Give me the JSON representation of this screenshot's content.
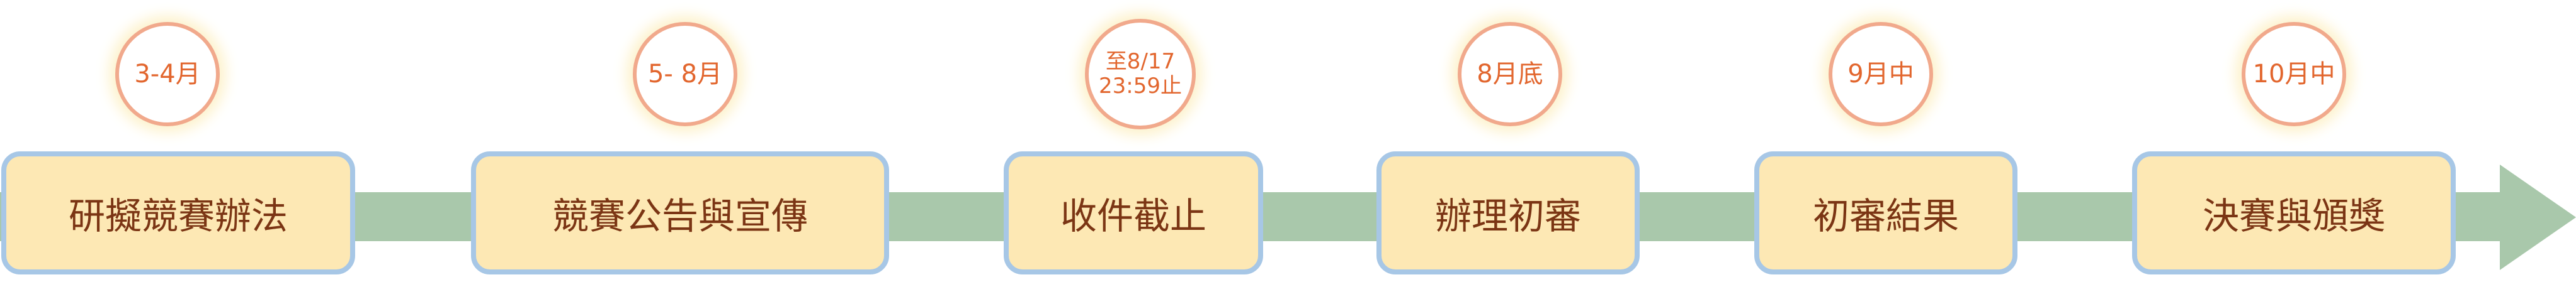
{
  "stages": [
    {
      "date": "3-4月",
      "label": "研擬競賽辦法"
    },
    {
      "date": "5- 8月",
      "label": "競賽公告與宣傳"
    },
    {
      "date": "至8/17\n23:59止",
      "label": "收件截止"
    },
    {
      "date": "8月底",
      "label": "辦理初審"
    },
    {
      "date": "9月中",
      "label": "初審結果"
    },
    {
      "date": "10月中",
      "label": "決賽與頒獎"
    }
  ],
  "colors": {
    "bar": "#a9c8ab",
    "box_fill": "#fde8b4",
    "box_border": "#a7c7e6",
    "box_text": "#7b3514",
    "badge_border": "#f1a98c",
    "badge_text": "#e2662e"
  }
}
